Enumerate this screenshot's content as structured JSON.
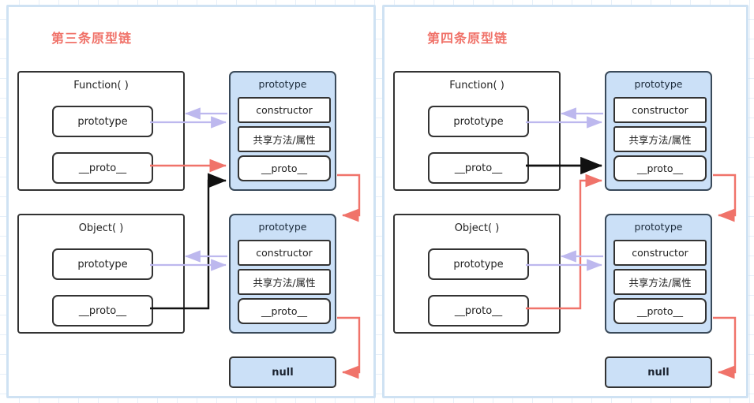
{
  "colors": {
    "accent_red": "#f0736a",
    "proto_fill": "#cbe0f7",
    "proto_stroke": "#3a4a5a",
    "box_stroke": "#333333",
    "panel_border": "#cfe2f3",
    "purple_arrow": "#bdb8ee",
    "black_arrow": "#111111",
    "grid": "#afcdeb",
    "background": "#ffffff"
  },
  "panels": [
    {
      "id": "left",
      "title": "第三条原型链",
      "constructors": [
        {
          "name": "Function( )",
          "slots": [
            "prototype",
            "__proto__"
          ]
        },
        {
          "name": "Object( )",
          "slots": [
            "prototype",
            "__proto__"
          ]
        }
      ],
      "prototypes": [
        {
          "title": "prototype",
          "rows": [
            "constructor",
            "共享方法/属性",
            "__proto__"
          ]
        },
        {
          "title": "prototype",
          "rows": [
            "constructor",
            "共享方法/属性",
            "__proto__"
          ]
        }
      ],
      "terminal": "null",
      "connections": [
        {
          "from": "Function.prototype",
          "to": "Function-prototype-object",
          "style": "double",
          "color": "purple"
        },
        {
          "from": "Function.__proto__",
          "to": "Function-prototype-object.__proto__",
          "style": "arrow",
          "color": "red"
        },
        {
          "from": "Object.prototype",
          "to": "Object-prototype-object",
          "style": "double",
          "color": "purple"
        },
        {
          "from": "Object.__proto__",
          "to": "Function-prototype-object.__proto__",
          "style": "elbow-arrow",
          "color": "black"
        },
        {
          "from": "Function-prototype-object.__proto__",
          "to": "Object-prototype-object",
          "style": "elbow-arrow",
          "color": "red"
        },
        {
          "from": "Object-prototype-object.__proto__",
          "to": "null",
          "style": "elbow-arrow",
          "color": "red"
        }
      ]
    },
    {
      "id": "right",
      "title": "第四条原型链",
      "constructors": [
        {
          "name": "Function( )",
          "slots": [
            "prototype",
            "__proto__"
          ]
        },
        {
          "name": "Object( )",
          "slots": [
            "prototype",
            "__proto__"
          ]
        }
      ],
      "prototypes": [
        {
          "title": "prototype",
          "rows": [
            "constructor",
            "共享方法/属性",
            "__proto__"
          ]
        },
        {
          "title": "prototype",
          "rows": [
            "constructor",
            "共享方法/属性",
            "__proto__"
          ]
        }
      ],
      "terminal": "null",
      "connections": [
        {
          "from": "Function.prototype",
          "to": "Function-prototype-object",
          "style": "double",
          "color": "purple"
        },
        {
          "from": "Function.__proto__",
          "to": "Function-prototype-object.__proto__",
          "style": "arrow",
          "color": "black"
        },
        {
          "from": "Object.prototype",
          "to": "Object-prototype-object",
          "style": "double",
          "color": "purple"
        },
        {
          "from": "Object.__proto__",
          "to": "Function-prototype-object.__proto__",
          "style": "elbow-arrow",
          "color": "red"
        },
        {
          "from": "Function-prototype-object.__proto__",
          "to": "Object-prototype-object",
          "style": "elbow-arrow",
          "color": "red"
        },
        {
          "from": "Object-prototype-object.__proto__",
          "to": "null",
          "style": "elbow-arrow",
          "color": "red"
        }
      ]
    }
  ]
}
